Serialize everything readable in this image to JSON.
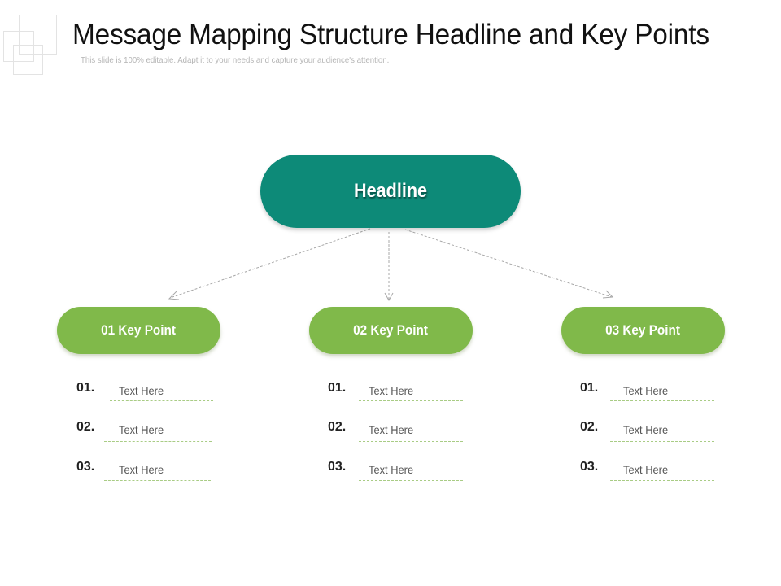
{
  "slide": {
    "title": "Message Mapping Structure Headline and Key Points",
    "subtitle": "This slide is 100% editable. Adapt it to your needs and capture your audience's attention."
  },
  "diagram": {
    "headline": "Headline",
    "colors": {
      "headline": "#0d8a78",
      "key_point": "#80b94a",
      "underline": "#a9cc85",
      "arrow": "#aaaaaa"
    },
    "key_points": [
      {
        "label": "01 Key Point",
        "items": [
          {
            "num": "01.",
            "text": "Text Here"
          },
          {
            "num": "02.",
            "text": "Text Here"
          },
          {
            "num": "03.",
            "text": "Text Here"
          }
        ]
      },
      {
        "label": "02 Key Point",
        "items": [
          {
            "num": "01.",
            "text": "Text Here"
          },
          {
            "num": "02.",
            "text": "Text Here"
          },
          {
            "num": "03.",
            "text": "Text Here"
          }
        ]
      },
      {
        "label": "03 Key Point",
        "items": [
          {
            "num": "01.",
            "text": "Text Here"
          },
          {
            "num": "02.",
            "text": "Text Here"
          },
          {
            "num": "03.",
            "text": "Text Here"
          }
        ]
      }
    ]
  }
}
